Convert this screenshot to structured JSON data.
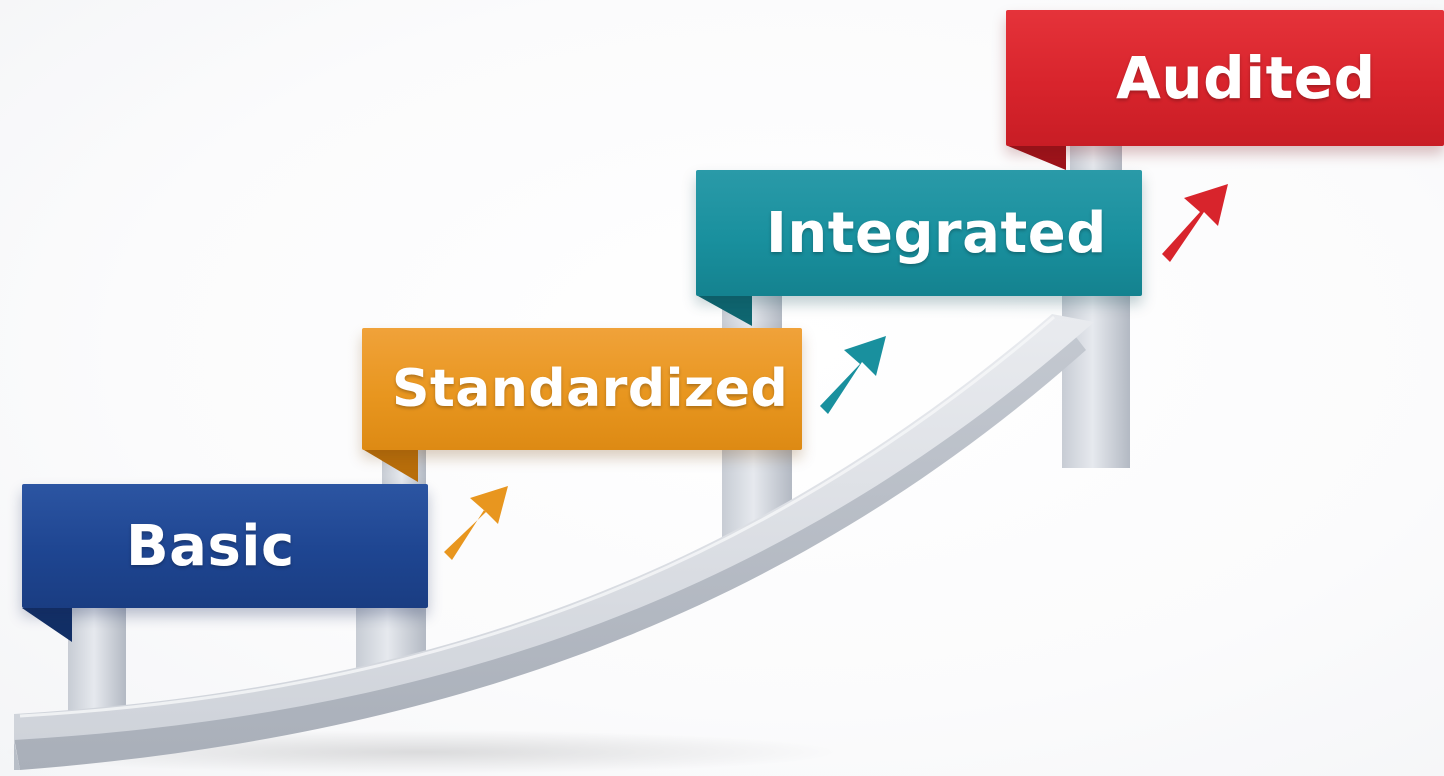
{
  "steps": [
    {
      "label": "Basic",
      "color": "#1e4591"
    },
    {
      "label": "Standardized",
      "color": "#e8961f"
    },
    {
      "label": "Integrated",
      "color": "#19909e"
    },
    {
      "label": "Audited",
      "color": "#d8242c"
    }
  ],
  "arrows": [
    {
      "icon": "arrow-up-right-icon",
      "color": "#e8961f"
    },
    {
      "icon": "arrow-up-right-icon",
      "color": "#19909e"
    },
    {
      "icon": "arrow-up-right-icon",
      "color": "#d8242c"
    }
  ]
}
